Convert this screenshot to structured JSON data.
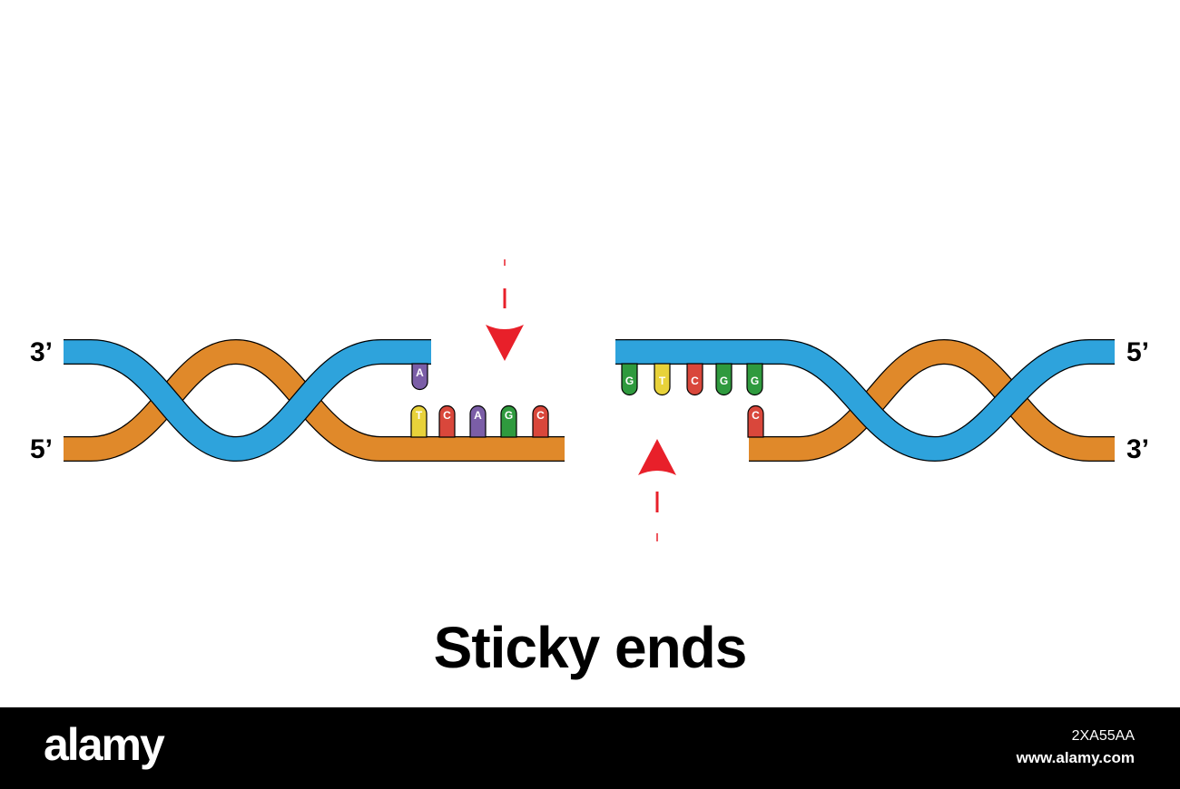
{
  "title": "Sticky ends",
  "labels": {
    "left_top": "3’",
    "left_bottom": "5’",
    "right_top": "5’",
    "right_bottom": "3’"
  },
  "left_fragment": {
    "top_strand_bases": [
      "A"
    ],
    "bottom_strand_bases": [
      "T",
      "C",
      "A",
      "G",
      "C"
    ]
  },
  "right_fragment": {
    "top_strand_bases": [
      "G",
      "T",
      "C",
      "G",
      "G"
    ],
    "bottom_strand_bases": [
      "C"
    ]
  },
  "colors": {
    "strand_blue": "#2ea3dc",
    "strand_orange": "#e0892a",
    "arrow_red": "#e8202a",
    "base_A": "#7b5ea7",
    "base_T": "#e8d23a",
    "base_C": "#d9473b",
    "base_G": "#2f9a3e"
  },
  "watermark": {
    "brand": "alamy",
    "image_id": "2XA55AA",
    "site": "www.alamy.com"
  }
}
